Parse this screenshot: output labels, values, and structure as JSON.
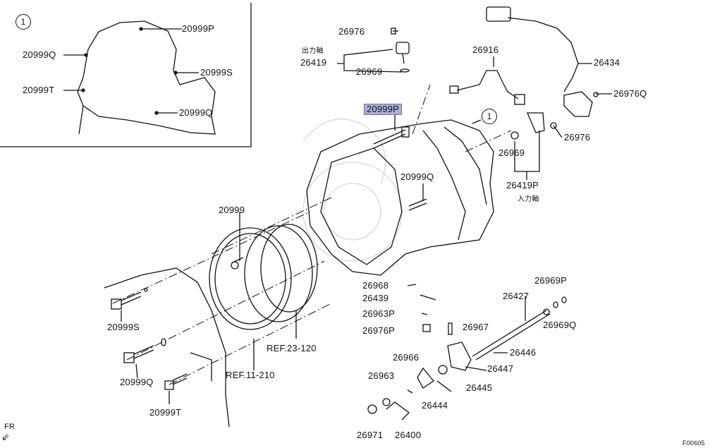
{
  "inset": {
    "callout": "1",
    "labels": {
      "p1": "20999P",
      "q1": "20999Q",
      "s": "20999S",
      "t": "20999T",
      "q2": "20999Q"
    }
  },
  "main_callout": "1",
  "parts": {
    "p26976_top": "26976",
    "output_jp": "出力軸",
    "p26419": "26419",
    "p26969_top": "26969",
    "p26916": "26916",
    "p26434": "26434",
    "p26976q": "26976Q",
    "p20999p_hl": "20999P",
    "p26976_right": "26976",
    "p26969_right": "26969",
    "p20999q_mid": "20999Q",
    "p26419p": "26419P",
    "input_jp": "入力軸",
    "p20999": "20999",
    "p26968": "26968",
    "p26439": "26439",
    "p26963p": "26963P",
    "p26976p": "26976P",
    "p26967": "26967",
    "p26427": "26427",
    "p26969p": "26969P",
    "p26969q": "26969Q",
    "p26446": "26446",
    "p26447": "26447",
    "p26966": "26966",
    "p26963": "26963",
    "p26445": "26445",
    "p26444": "26444",
    "p26971": "26971",
    "p26400": "26400",
    "p20999s": "20999S",
    "p20999q_low": "20999Q",
    "p20999t": "20999T",
    "ref23": "REF.23-120",
    "ref11": "REF.11-210"
  },
  "fr_label": "FR",
  "diagram_code": "F00605",
  "colors": {
    "line": "#111111",
    "highlight": "#aab0dd"
  }
}
